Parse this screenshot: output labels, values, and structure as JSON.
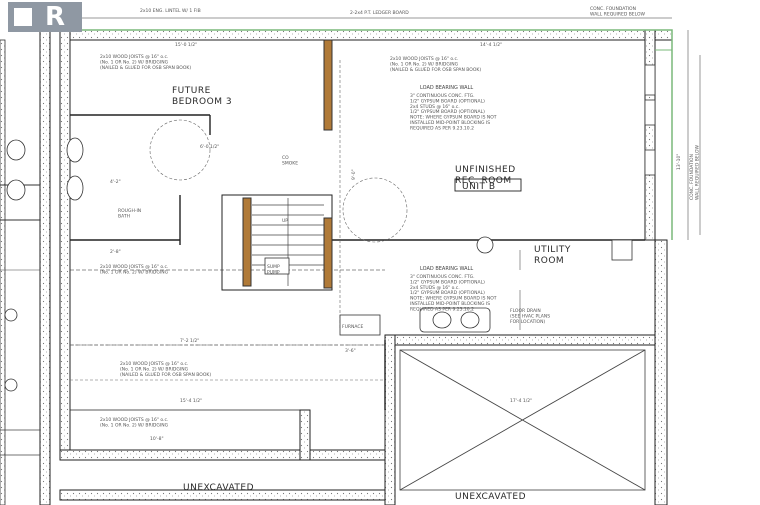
{
  "logo": {
    "text": "R"
  },
  "rooms": {
    "bedroom": "FUTURE\nBEDROOM 3",
    "rec_room": "UNFINISHED\nREC. ROOM",
    "unit": "UNIT B",
    "utility": "UTILITY\nROOM",
    "bath": "ROUGH-IN\nBATH",
    "unexcavated_left": "UNEXCAVATED",
    "unexcavated_right": "UNEXCAVATED"
  },
  "notes": {
    "top_left": "2x10 ENG. LINTEL  W/ 1 FIB",
    "top_mid": "2-2x4 P.T. LEDGER BOARD",
    "top_right": "CONC. FOUNDATION\nWALL REQUIRED BELOW",
    "joists_top": "2x10 WOOD JOISTS @ 16\" o.c.\n(No. 1 OR No. 2) W/ BRIDGING\n(NAILED & GLUED FOR OSB SPAN BOOK)",
    "lbw_top_title": "LOAD BEARING WALL",
    "lbw_top_body": "3\" CONTINUOUS CONC. FTG.\n1/2\" GYPSUM BOARD (OPTIONAL)\n2x4 STUDS @ 16\" o.c.\n1/2\" GYPSUM BOARD (OPTIONAL)\nNOTE: WHERE GYPSUM BOARD IS NOT\nINSTALLED MID-POINT BLOCKING IS\nREQUIRED AS PER 9.23.10.2",
    "lbw_mid_title": "LOAD BEARING WALL",
    "lbw_mid_body": "3\" CONTINUOUS CONC. FTG.\n1/2\" GYPSUM BOARD (OPTIONAL)\n2x4 STUDS @ 16\" o.c.\n1/2\" GYPSUM BOARD (OPTIONAL)\nNOTE: WHERE GYPSUM BOARD IS NOT\nINSTALLED MID-POINT BLOCKING IS\nREQUIRED AS PER 9.23.10.2",
    "floor_drain": "FLOOR DRAIN\n(SEE HVAC PLANS\nFOR LOCATION)",
    "joists_mid": "2x10 WOOD JOISTS @ 16\" o.c.\n(No. 1 OR No. 2) W/ BRIDGING",
    "joists_low": "2x10 WOOD JOISTS @ 16\" o.c.\n(No. 1 OR No. 2) W/ BRIDGING\n(NAILED & GLUED FOR OSB SPAN BOOK)",
    "joists_bottom": "2x10 WOOD JOISTS @ 16\" o.c.\n(No. 1 OR No. 2) W/ BRIDGING",
    "side_right": "CONC. FOUNDATION\nWALL REQUIRED BELOW",
    "smoke": "CO\nSMOKE",
    "furnace": "FURNACE",
    "sump": "SUMP\nPUMP",
    "up": "UP"
  },
  "dimensions": {
    "d1": "15'-0 1/2\"",
    "d2": "14'-4 1/2\"",
    "d3": "6'-0 1/2\"",
    "d4": "13'-10\"",
    "d5": "7'-2 1/2\"",
    "d6": "15'-4 1/2\"",
    "d7": "10'-8\"",
    "d8": "17'-4 1/2\"",
    "d9": "4'-2\"",
    "d10": "2'-8\"",
    "d11": "9'-0\"",
    "d12": "3'-6\""
  }
}
